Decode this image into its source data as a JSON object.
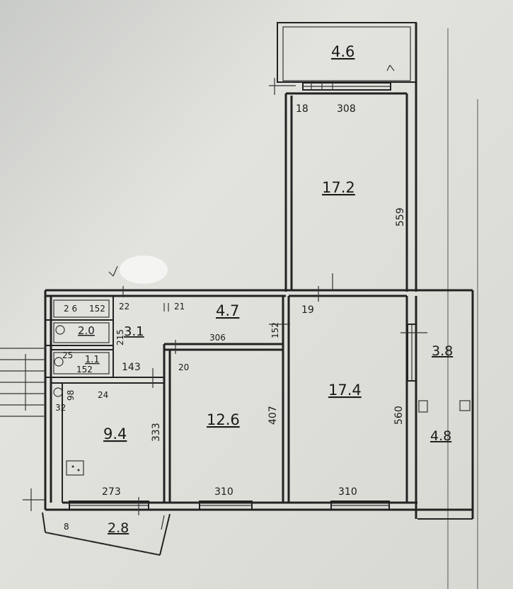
{
  "rooms": {
    "balcony_top": "4.6",
    "room_top": "17.2",
    "room_right": "17.4",
    "room_middle": "12.6",
    "kitchen": "9.4",
    "corridor": "4.7",
    "hall": "3.1",
    "bathroom": "2.0",
    "toilet": "1.1",
    "loggia_top": "3.8",
    "loggia_bottom": "4.8",
    "balcony_bottom": "2.8"
  },
  "dimensions": {
    "d18": "18",
    "d308": "308",
    "d559": "559",
    "d22": "22",
    "d21": "21",
    "d19": "19",
    "d152_corr": "152",
    "d306": "306",
    "d2615": "2 6",
    "d152_top": "152",
    "d215": "215",
    "d25": "25",
    "d152_wc": "152",
    "d143": "143",
    "d20": "20",
    "d98": "98",
    "d24": "24",
    "d32": "32",
    "d333": "333",
    "d407": "407",
    "d560": "560",
    "d273": "273",
    "d310_mid": "310",
    "d310_right": "310",
    "d8": "8"
  }
}
